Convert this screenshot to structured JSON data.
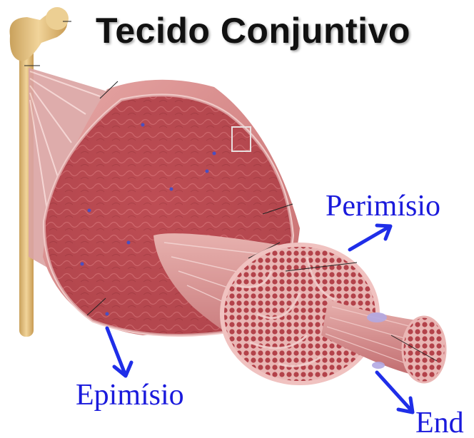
{
  "title": "Tecido Conjuntivo",
  "labels": {
    "perimysium": "Perimísio",
    "epimysium": "Epimísio",
    "endomysium": "End"
  },
  "colors": {
    "label": "#1a1adc",
    "arrow": "#1f2ee8",
    "muscle": "#b9474c",
    "bone": "#e8c583",
    "title": "#111111"
  },
  "icons": [
    "arrow-icon"
  ]
}
